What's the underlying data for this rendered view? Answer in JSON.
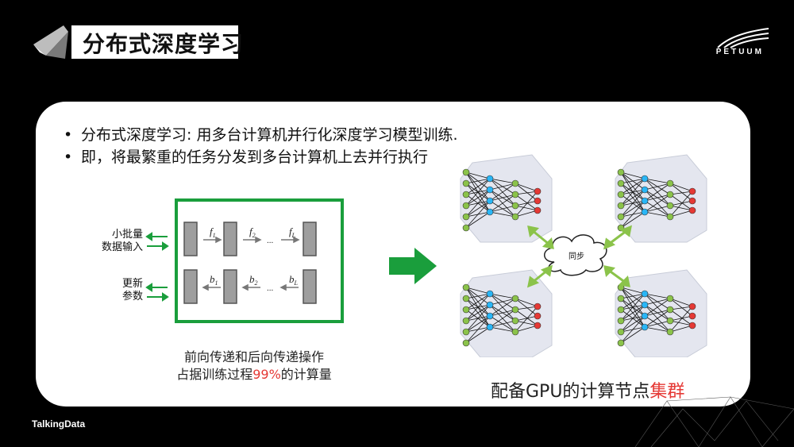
{
  "header": {
    "title": "分布式深度学习",
    "brand": "PETUUM"
  },
  "bullets": [
    "分布式深度学习: 用多台计算机并行化深度学习模型训练.",
    "即，将最繁重的任务分发到多台计算机上去并行执行"
  ],
  "diagram": {
    "input_label_1": "小批量",
    "input_label_2": "数据输入",
    "update_label_1": "更新",
    "update_label_2": "参数",
    "forward_labels": [
      "f",
      "f",
      "f"
    ],
    "forward_subscripts": [
      "1",
      "2",
      "L"
    ],
    "backward_labels": [
      "b",
      "b",
      "b"
    ],
    "backward_subscripts": [
      "1",
      "2",
      "L"
    ],
    "ellipsis": "...",
    "sync_label": "同步"
  },
  "caption": {
    "line1": "前向传递和后向传递操作",
    "line2_prefix": "占据训练过程",
    "line2_highlight": "99%",
    "line2_suffix": "的计算量"
  },
  "gpu_caption": {
    "prefix": "配备GPU的计算节点",
    "highlight": "集群"
  },
  "footer": {
    "brand": "TalkingData"
  },
  "colors": {
    "accent_green": "#1a9e3c",
    "highlight_red": "#e53935"
  }
}
